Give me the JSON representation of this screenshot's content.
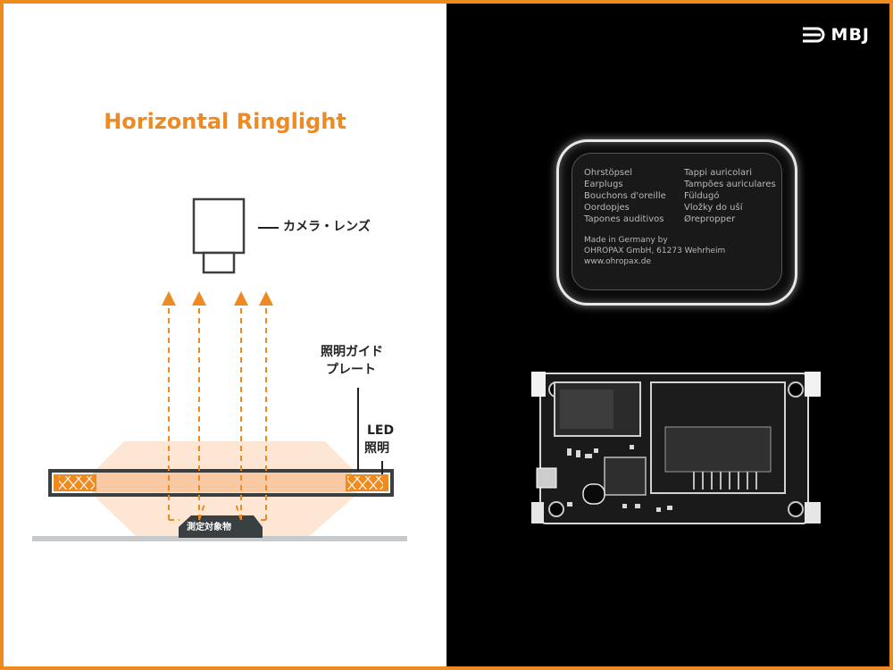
{
  "diagram": {
    "title": "Horizontal Ringlight",
    "labels": {
      "camera_lens": "カメラ・レンズ",
      "light_guide_line1": "照明ガイド",
      "light_guide_line2": "プレート",
      "led_line1": "LED",
      "led_line2": "照明",
      "target_object": "測定対象物"
    }
  },
  "brand": {
    "logo_text": "MBJ"
  },
  "example_image": {
    "tin_lid_text": {
      "col1": [
        "Ohrstöpsel",
        "Earplugs",
        "Bouchons d'oreille",
        "Oordopjes",
        "Tapones auditivos"
      ],
      "col2": [
        "Tappi auricolari",
        "Tampões auriculares",
        "Füldugó",
        "Vložky do uší",
        "Ørepropper"
      ],
      "footer": [
        "Made in Germany by",
        "OHROPAX GmbH, 61273 Wehrheim",
        "www.ohropax.de"
      ]
    }
  },
  "colors": {
    "accent": "#ef8a1f",
    "arrow": "#ee8a22",
    "dark": "#3a3f42",
    "floor": "#c7cacc"
  }
}
